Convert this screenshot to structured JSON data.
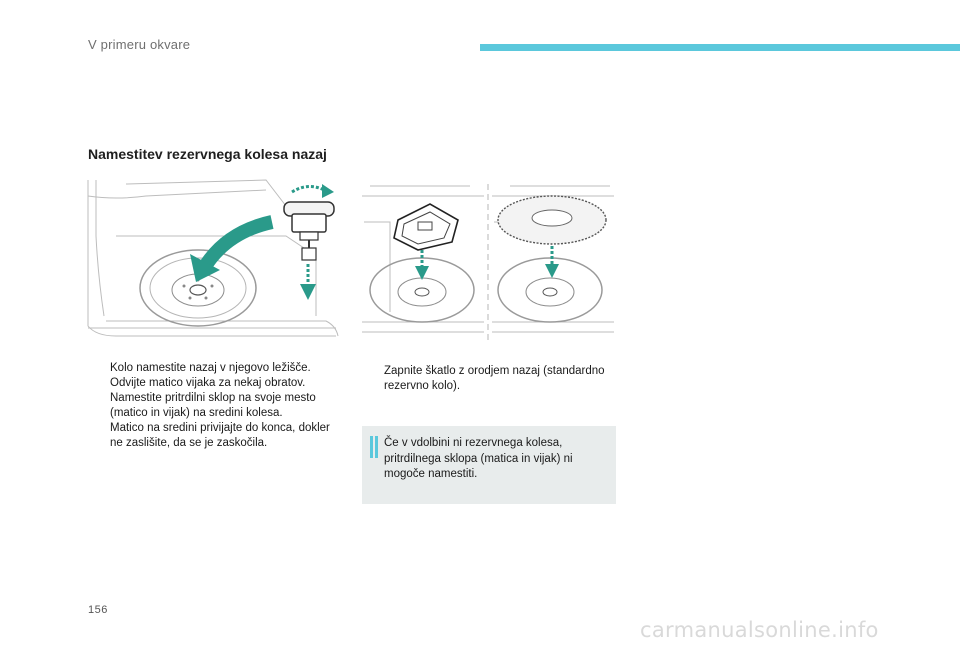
{
  "header": {
    "title": "V primeru okvare"
  },
  "section": {
    "title": "Namestitev rezervnega kolesa nazaj"
  },
  "left_steps": [
    "Kolo namestite nazaj v njegovo ležišče.",
    "Odvijte matico vijaka za nekaj obratov.",
    "Namestite pritrdilni sklop na svoje mesto (matico in vijak) na sredini kolesa.",
    "Matico na sredini privijajte do konca, dokler ne zaslišite, da se je zaskočila."
  ],
  "right_steps": [
    "Zapnite škatlo z orodjem nazaj (standardno rezervno kolo)."
  ],
  "bullet_symbol": "",
  "info_note": "Če v vdolbini ni rezervnega kolesa, pritrdilnega sklopa (matica in vijak) ni mogoče namestiti.",
  "page_number": "156",
  "watermark": "carmanualsonline.info",
  "colors": {
    "accent": "#5bc8dc",
    "arrow_teal": "#2a9a8a",
    "info_bg": "#e8ecec",
    "info_stripe": "#5bc8dc"
  },
  "icons": {
    "bullet": "checkbox-bullet-icon",
    "info": "info-stripes-icon"
  }
}
